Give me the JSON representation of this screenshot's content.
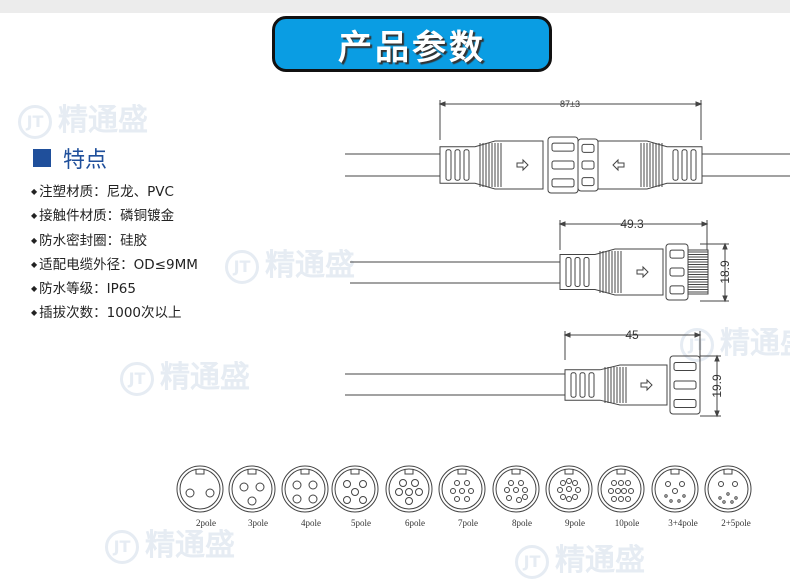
{
  "banner": {
    "title": "产品参数"
  },
  "watermark": {
    "text": "精通盛",
    "logo": "jt"
  },
  "features": {
    "title": "特点",
    "items": [
      "注塑材质：尼龙、PVC",
      "接触件材质：磷铜镀金",
      "防水密封圈：硅胶",
      "适配电缆外径：OD≤9MM",
      "防水等级：IP65",
      "插拔次数：1000次以上"
    ]
  },
  "drawings": {
    "pair_length": "87±3",
    "male_length": "49.3",
    "male_diameter": "18.9",
    "female_length": "45",
    "female_diameter": "19.9"
  },
  "poles": [
    "2pole",
    "3pole",
    "4pole",
    "5pole",
    "6pole",
    "7pole",
    "8pole",
    "9pole",
    "10pole",
    "3+4pole",
    "2+5pole"
  ]
}
